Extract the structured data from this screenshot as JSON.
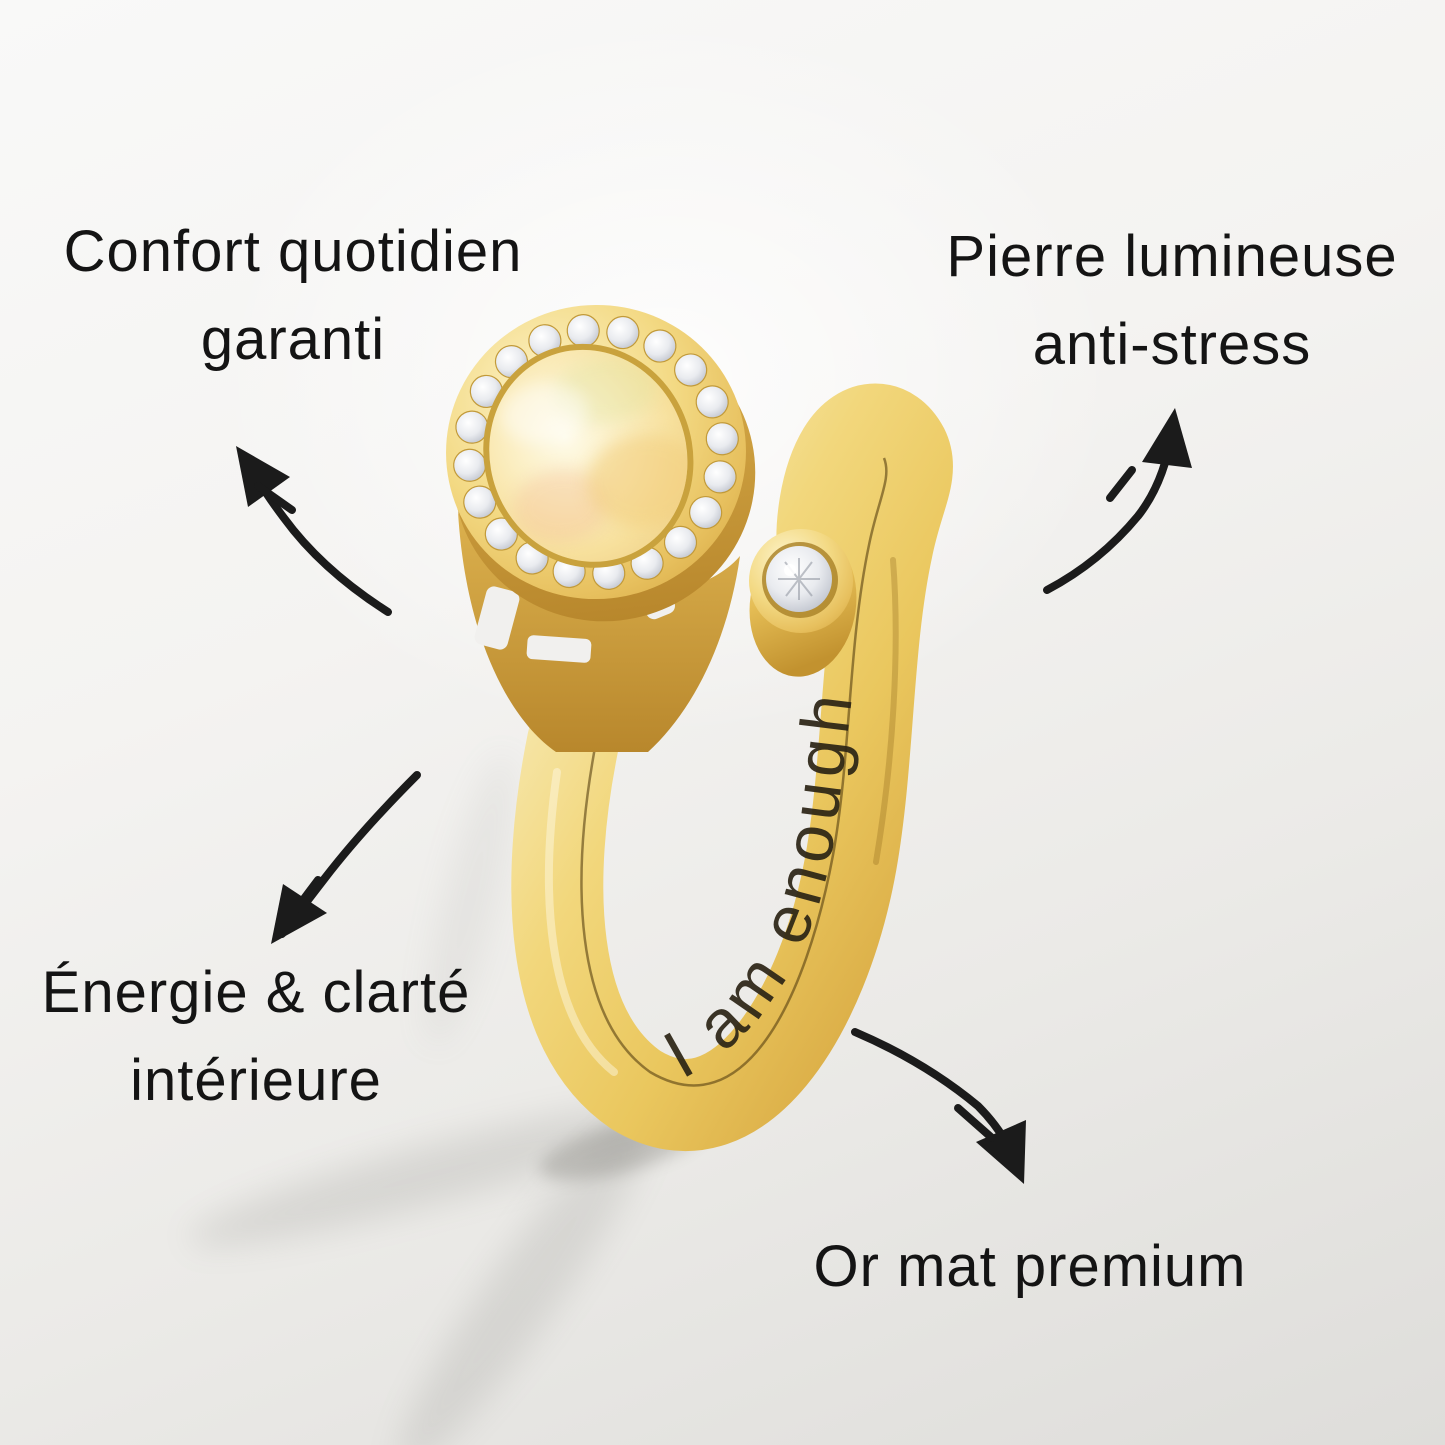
{
  "labels": {
    "top_left": {
      "line1": "Confort quotidien",
      "line2": "garanti"
    },
    "top_right": {
      "line1": "Pierre lumineuse",
      "line2": "anti-stress"
    },
    "bottom_left": {
      "line1": "Énergie & clarté",
      "line2": "intérieure"
    },
    "bottom_right": {
      "line1": "Or mat premium"
    }
  },
  "ring": {
    "engraving": "I am enough",
    "halo_crystal_count": 20,
    "stone": "opale ovale",
    "accent_stone": "cristal rond serti clos"
  },
  "colors": {
    "background_top": "#f9f9f8",
    "background_bottom": "#dedddа",
    "text": "#141414",
    "arrow": "#1b1b1b",
    "gold_light": "#f7ecc0",
    "gold_mid": "#edca63",
    "gold_deep": "#cf9f3c",
    "opal": "#f8e7ad",
    "crystal": "#e9ebef"
  }
}
